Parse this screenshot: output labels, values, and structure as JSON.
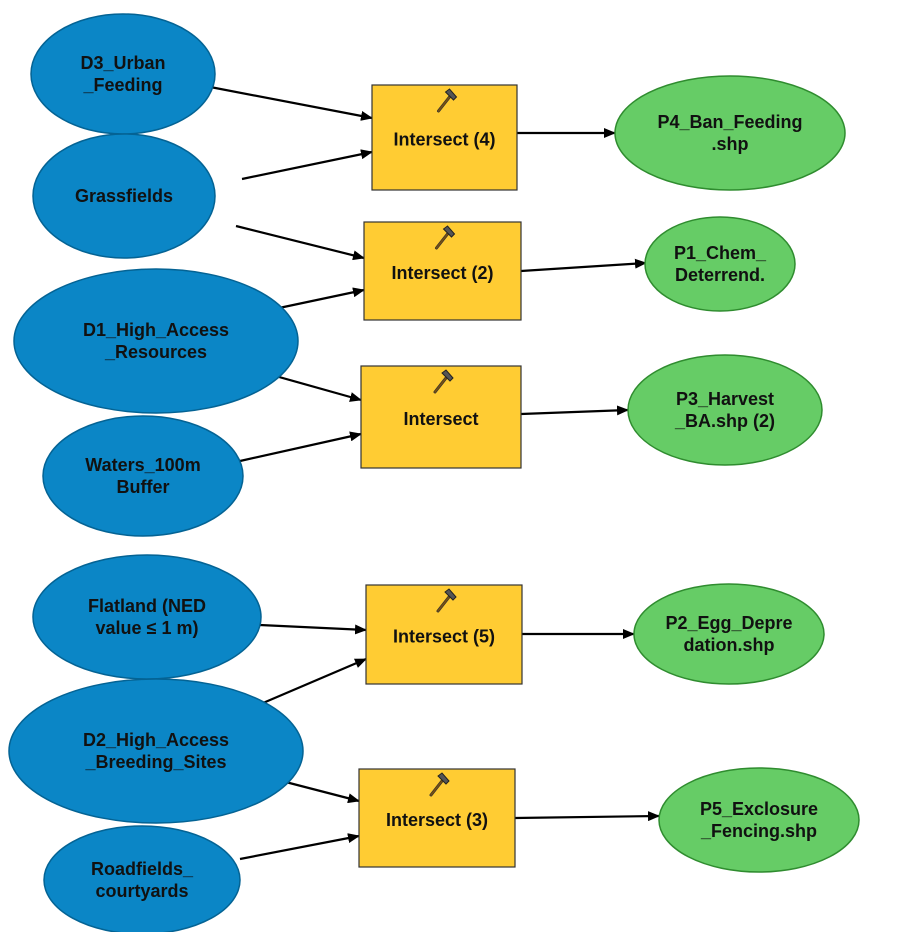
{
  "colors": {
    "input_fill": "#0b86c6",
    "input_stroke": "#046394",
    "tool_fill": "#ffcc33",
    "tool_stroke": "#333333",
    "output_fill": "#66cc66",
    "output_stroke": "#2f8c2f",
    "edge": "#000000",
    "hammer": "#7a5010"
  },
  "inputs": [
    {
      "id": "d3",
      "lines": [
        "D3_Urban",
        "_Feeding"
      ]
    },
    {
      "id": "grass",
      "lines": [
        "Grassfields"
      ]
    },
    {
      "id": "d1",
      "lines": [
        "D1_High_Access",
        "_Resources"
      ]
    },
    {
      "id": "waters",
      "lines": [
        "Waters_100m",
        "Buffer"
      ]
    },
    {
      "id": "flat",
      "lines": [
        "Flatland (NED",
        "value ≤ 1 m)"
      ]
    },
    {
      "id": "d2",
      "lines": [
        "D2_High_Access",
        "_Breeding_Sites"
      ]
    },
    {
      "id": "road",
      "lines": [
        "Roadfields_",
        "courtyards"
      ]
    }
  ],
  "tools": [
    {
      "id": "i4",
      "label": "Intersect (4)",
      "icon": "hammer-icon"
    },
    {
      "id": "i2",
      "label": "Intersect (2)",
      "icon": "hammer-icon"
    },
    {
      "id": "i1",
      "label": "Intersect",
      "icon": "hammer-icon"
    },
    {
      "id": "i5",
      "label": "Intersect (5)",
      "icon": "hammer-icon"
    },
    {
      "id": "i3",
      "label": "Intersect (3)",
      "icon": "hammer-icon"
    }
  ],
  "outputs": [
    {
      "id": "p4",
      "lines": [
        "P4_Ban_Feeding",
        ".shp"
      ]
    },
    {
      "id": "p1",
      "lines": [
        "P1_Chem_",
        "Deterrend."
      ]
    },
    {
      "id": "p3",
      "lines": [
        "P3_Harvest",
        "_BA.shp (2)"
      ]
    },
    {
      "id": "p2",
      "lines": [
        "P2_Egg_Depre",
        "dation.shp"
      ]
    },
    {
      "id": "p5",
      "lines": [
        "P5_Exclosure",
        "_Fencing.shp"
      ]
    }
  ],
  "edges": [
    {
      "from": "d3",
      "to": "i4"
    },
    {
      "from": "grass",
      "to": "i4"
    },
    {
      "from": "i4",
      "to": "p4"
    },
    {
      "from": "grass",
      "to": "i2"
    },
    {
      "from": "d1",
      "to": "i2"
    },
    {
      "from": "i2",
      "to": "p1"
    },
    {
      "from": "d1",
      "to": "i1"
    },
    {
      "from": "waters",
      "to": "i1"
    },
    {
      "from": "i1",
      "to": "p3"
    },
    {
      "from": "flat",
      "to": "i5"
    },
    {
      "from": "d2",
      "to": "i5"
    },
    {
      "from": "i5",
      "to": "p2"
    },
    {
      "from": "d2",
      "to": "i3"
    },
    {
      "from": "road",
      "to": "i3"
    },
    {
      "from": "i3",
      "to": "p5"
    }
  ]
}
